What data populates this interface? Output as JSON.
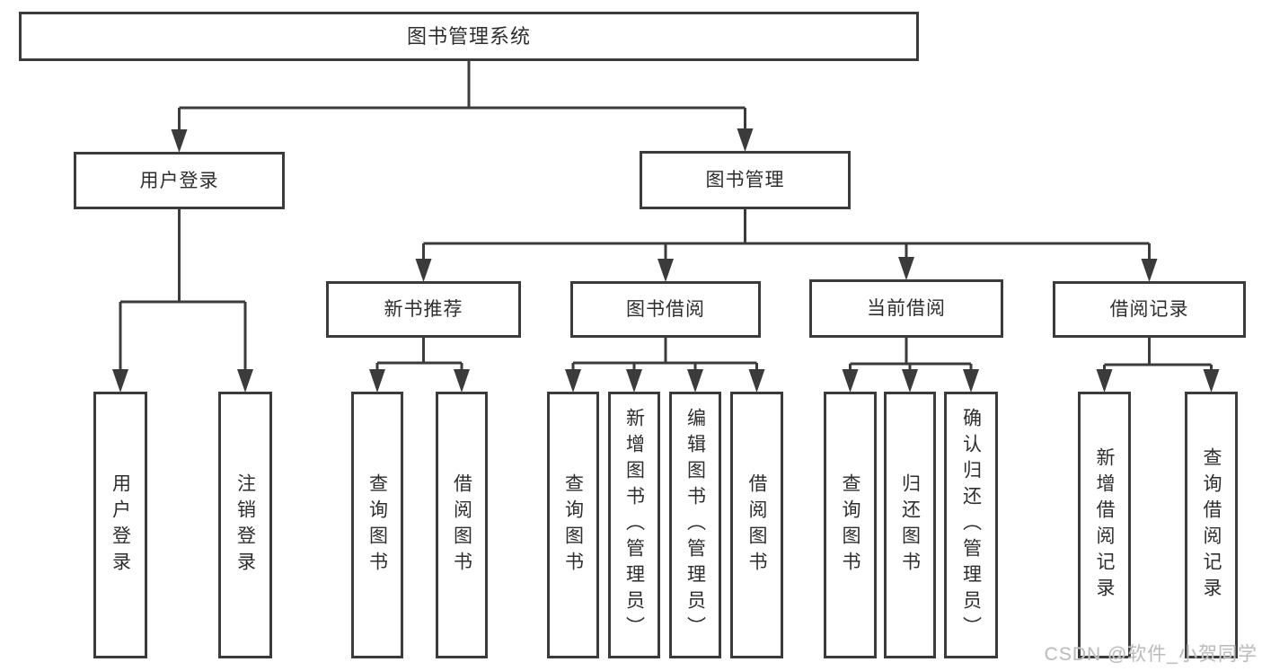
{
  "diagram": {
    "title": "图书管理系统",
    "nodes": [
      {
        "id": "library-system",
        "label": "图书管理系统",
        "parent": null,
        "orientation": "horizontal"
      },
      {
        "id": "user-login-branch",
        "label": "用户登录",
        "parent": "library-system",
        "orientation": "horizontal"
      },
      {
        "id": "book-management",
        "label": "图书管理",
        "parent": "library-system",
        "orientation": "horizontal"
      },
      {
        "id": "new-book-recommend",
        "label": "新书推荐",
        "parent": "book-management",
        "orientation": "horizontal"
      },
      {
        "id": "book-borrowing",
        "label": "图书借阅",
        "parent": "book-management",
        "orientation": "horizontal"
      },
      {
        "id": "current-borrowing",
        "label": "当前借阅",
        "parent": "book-management",
        "orientation": "horizontal"
      },
      {
        "id": "borrowing-records",
        "label": "借阅记录",
        "parent": "book-management",
        "orientation": "horizontal"
      },
      {
        "id": "user-login-leaf",
        "label": "用户登录",
        "parent": "user-login-branch",
        "orientation": "vertical"
      },
      {
        "id": "user-logout-leaf",
        "label": "注销登录",
        "parent": "user-login-branch",
        "orientation": "vertical"
      },
      {
        "id": "recommend-query-books",
        "label": "查询图书",
        "parent": "new-book-recommend",
        "orientation": "vertical"
      },
      {
        "id": "recommend-borrow-books",
        "label": "借阅图书",
        "parent": "new-book-recommend",
        "orientation": "vertical"
      },
      {
        "id": "borrowing-query-books",
        "label": "查询图书",
        "parent": "book-borrowing",
        "orientation": "vertical"
      },
      {
        "id": "borrowing-add-books-admin",
        "label": "新增图书（管理员）",
        "parent": "book-borrowing",
        "orientation": "vertical"
      },
      {
        "id": "borrowing-edit-books-admin",
        "label": "编辑图书（管理员）",
        "parent": "book-borrowing",
        "orientation": "vertical"
      },
      {
        "id": "borrowing-borrow-books",
        "label": "借阅图书",
        "parent": "book-borrowing",
        "orientation": "vertical"
      },
      {
        "id": "current-query-books",
        "label": "查询图书",
        "parent": "current-borrowing",
        "orientation": "vertical"
      },
      {
        "id": "current-return-books",
        "label": "归还图书",
        "parent": "current-borrowing",
        "orientation": "vertical"
      },
      {
        "id": "current-confirm-return-admin",
        "label": "确认归还（管理员）",
        "parent": "current-borrowing",
        "orientation": "vertical"
      },
      {
        "id": "records-add-borrow-record",
        "label": "新增借阅记录",
        "parent": "borrowing-records",
        "orientation": "vertical"
      },
      {
        "id": "records-query-borrow-record",
        "label": "查询借阅记录",
        "parent": "borrowing-records",
        "orientation": "vertical"
      }
    ]
  },
  "watermark": "CSDN @软件_小贺同学",
  "colors": {
    "line": "#3b3b3b",
    "box_border": "#3b3b3b",
    "box_fill": "#ffffff",
    "text": "#2e2e2e",
    "watermark": "#bdbdbd",
    "background": "#ffffff"
  }
}
